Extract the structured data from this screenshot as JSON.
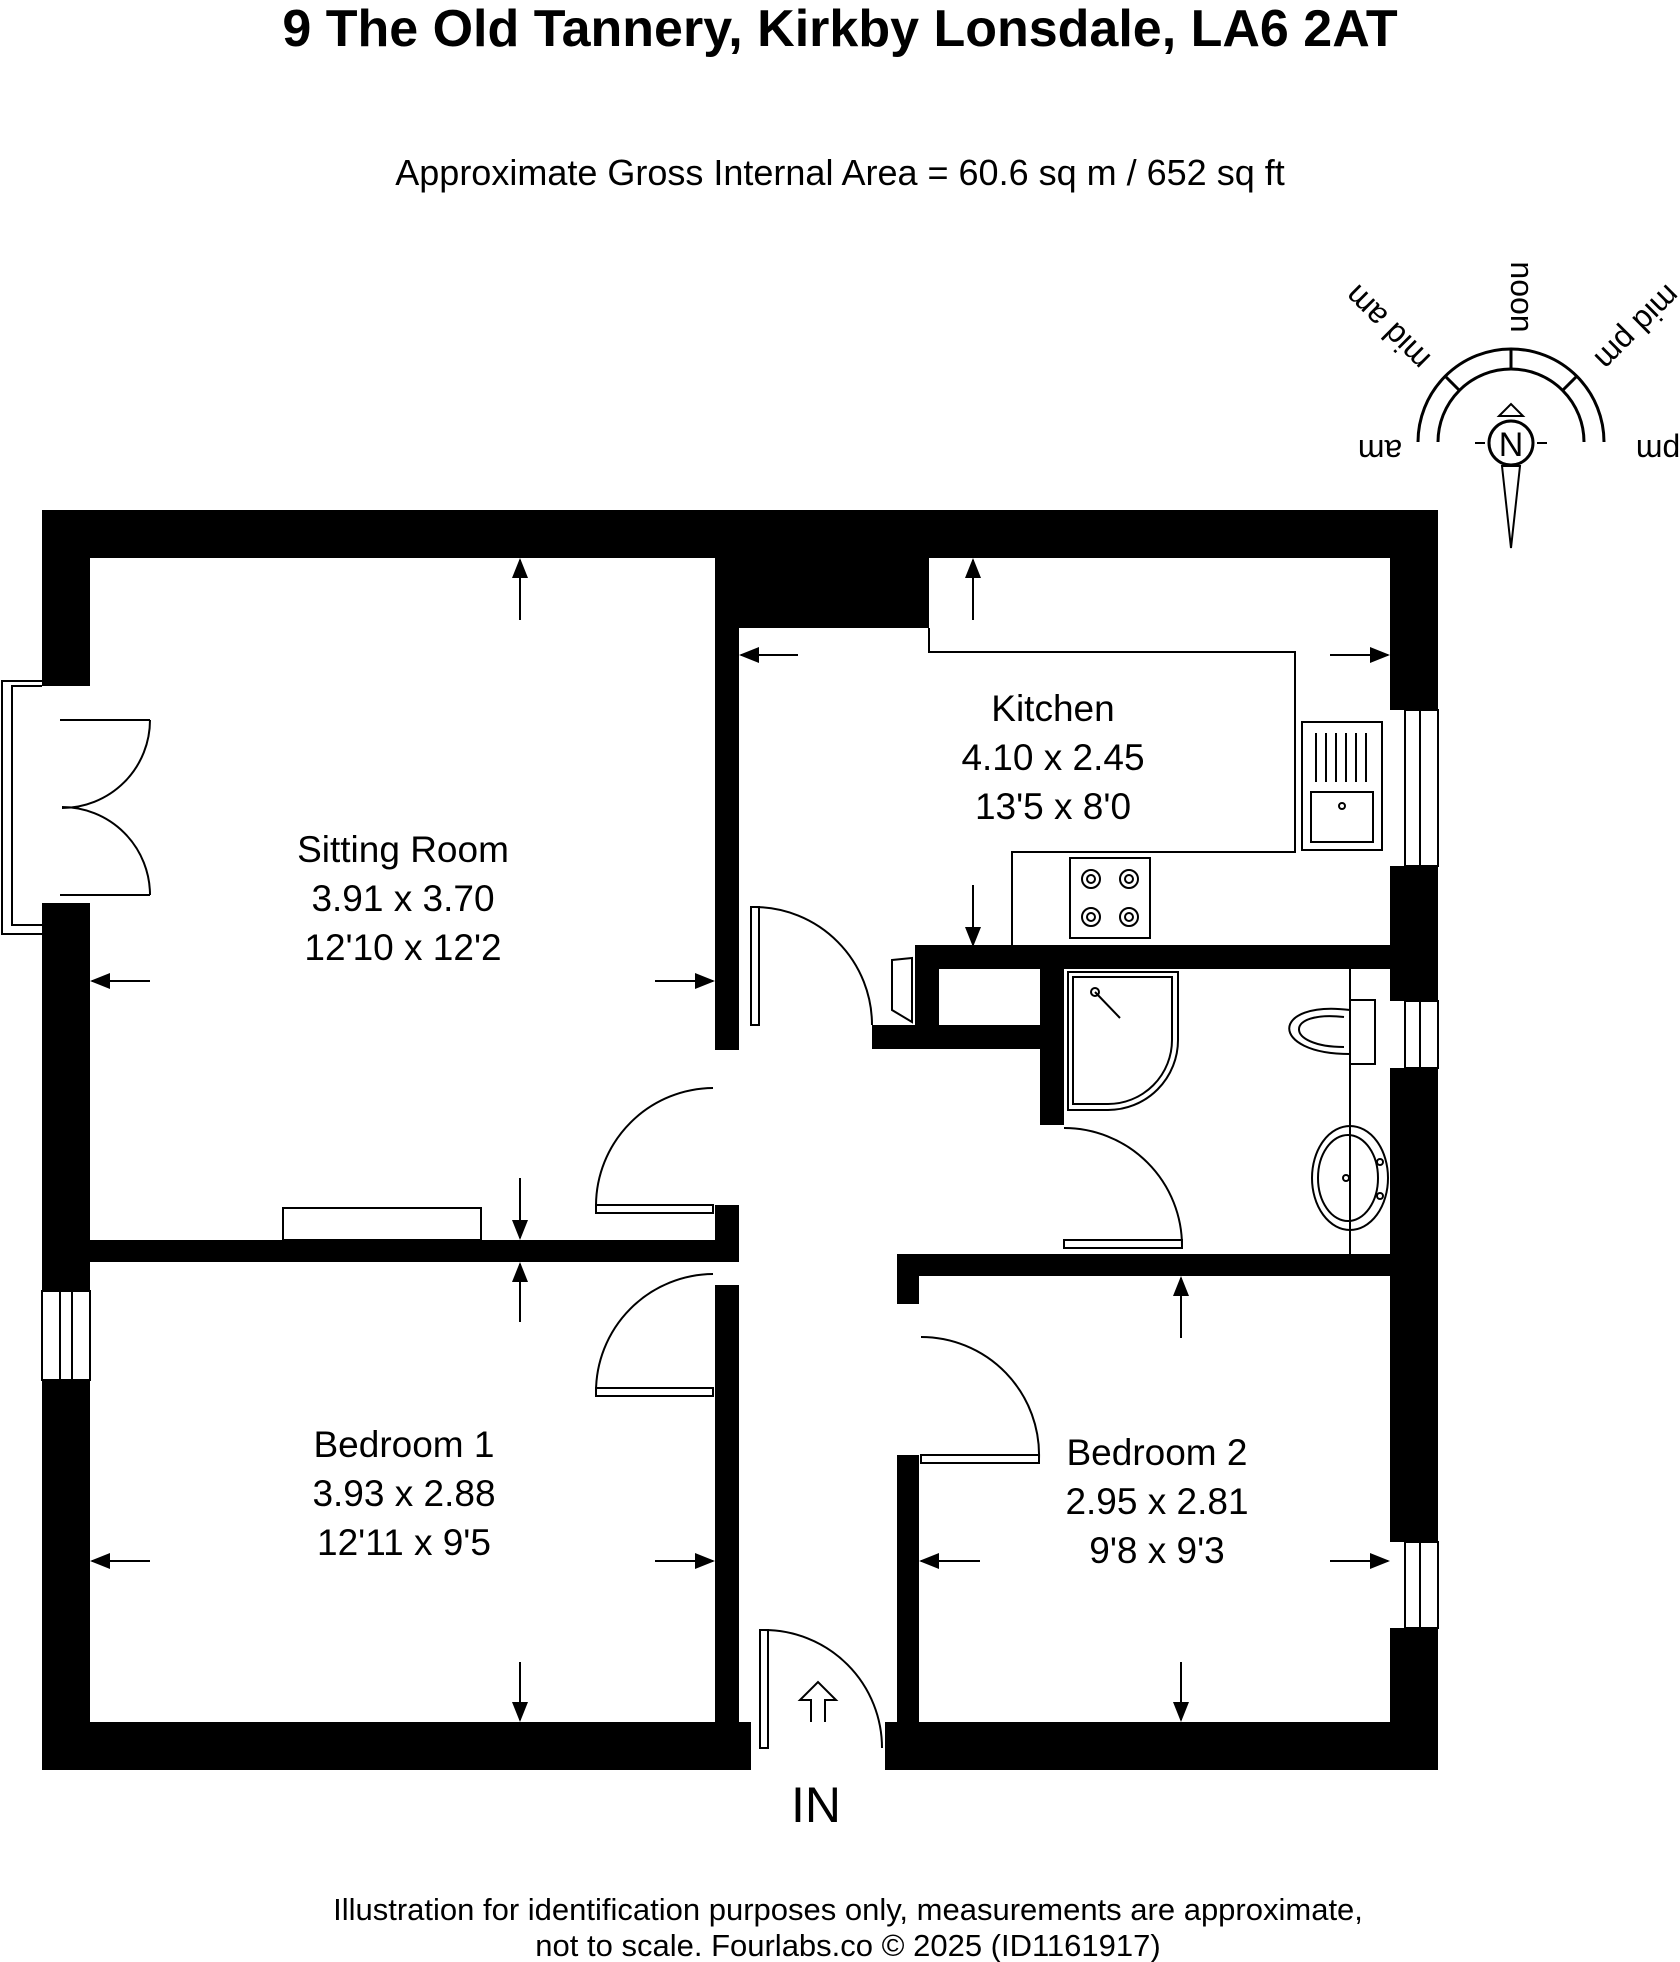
{
  "title": "9 The Old Tannery, Kirkby Lonsdale, LA6 2AT",
  "area": "Approximate Gross Internal Area = 60.6 sq m / 652 sq ft",
  "compass": {
    "north": "N",
    "labels": [
      "am",
      "mid am",
      "noon",
      "mid pm",
      "pm"
    ]
  },
  "rooms": {
    "sitting": {
      "name": "Sitting Room",
      "metric": "3.91 x 3.70",
      "imperial": "12'10 x 12'2"
    },
    "kitchen": {
      "name": "Kitchen",
      "metric": "4.10 x 2.45",
      "imperial": "13'5 x 8'0"
    },
    "bedroom1": {
      "name": "Bedroom 1",
      "metric": "3.93 x 2.88",
      "imperial": "12'11 x 9'5"
    },
    "bedroom2": {
      "name": "Bedroom 2",
      "metric": "2.95 x 2.81",
      "imperial": "9'8 x 9'3"
    }
  },
  "entrance": "IN",
  "disclaimer": {
    "line1": "Illustration for identification purposes only, measurements are approximate,",
    "line2": "not to scale. Fourlabs.co © 2025 (ID1161917)"
  }
}
